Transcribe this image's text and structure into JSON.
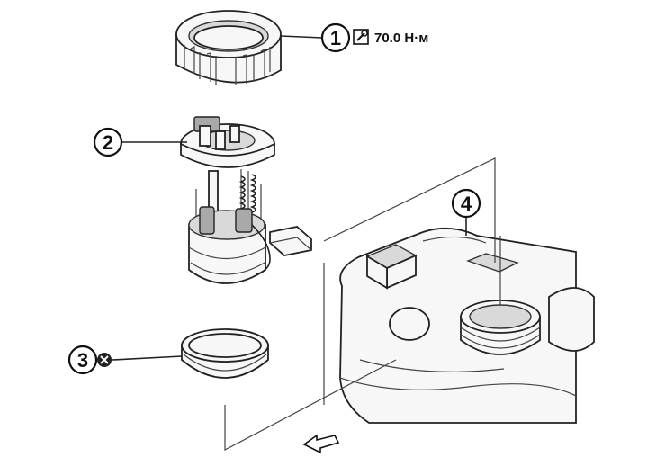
{
  "callouts": [
    {
      "id": "1",
      "label": "1"
    },
    {
      "id": "2",
      "label": "2"
    },
    {
      "id": "3",
      "label": "3"
    },
    {
      "id": "4",
      "label": "4"
    }
  ],
  "torque": {
    "value": "70.0 Н·м",
    "icon": "torque-wrench-icon"
  },
  "icons": {
    "do_not_reuse": "do-not-reuse-icon",
    "front_arrow": "front-direction-arrow-icon"
  }
}
